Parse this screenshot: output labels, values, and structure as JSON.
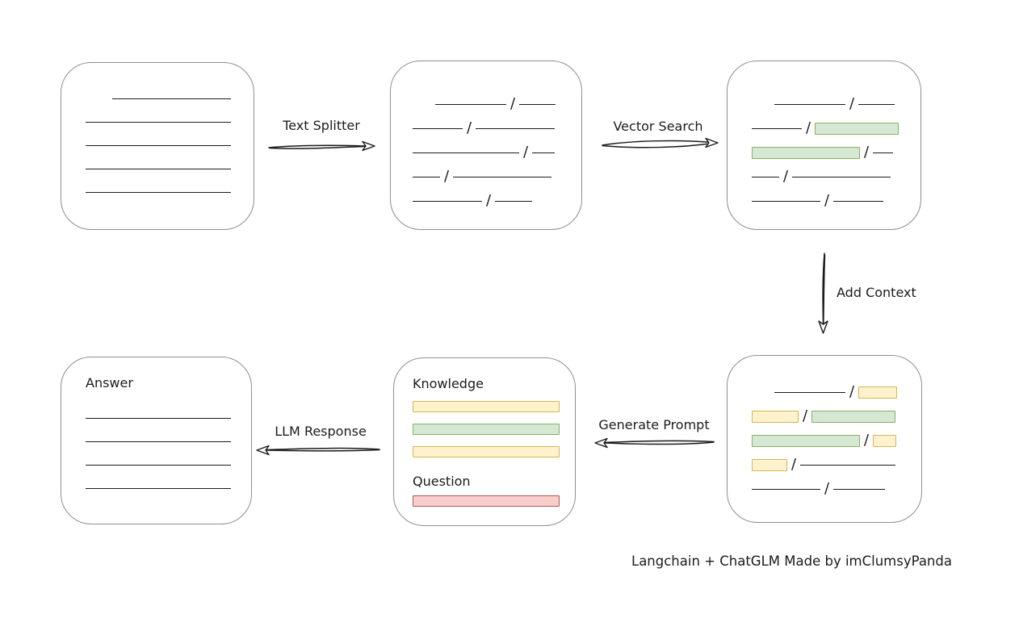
{
  "caption": "Langchain + ChatGLM Made by imClumsyPanda",
  "slash_char": "/",
  "labels": {
    "text_splitter": "Text Splitter",
    "vector_search": "Vector Search",
    "add_context": "Add Context",
    "generate_prompt": "Generate Prompt",
    "llm_response": "LLM Response"
  },
  "prompt_box": {
    "knowledge_title": "Knowledge",
    "question_title": "Question"
  },
  "answer_box": {
    "title": "Answer"
  },
  "colors": {
    "green_fill": "#d5e8d4",
    "green_border": "#82b366",
    "yellow_fill": "#fff2cc",
    "yellow_border": "#d6b656",
    "red_fill": "#f8cecc",
    "red_border": "#b85450",
    "box_border": "#8f8f8f",
    "stroke": "#1b1b1b"
  },
  "segments": {
    "document": [
      [
        {
          "k": "line",
          "w": 147,
          "ind": 33
        }
      ],
      [
        {
          "k": "line",
          "w": 180
        }
      ],
      [
        {
          "k": "line",
          "w": 180
        }
      ],
      [
        {
          "k": "line",
          "w": 180
        }
      ],
      [
        {
          "k": "line",
          "w": 180
        }
      ]
    ],
    "chunks": [
      [
        {
          "k": "line",
          "w": 88,
          "ind": 28
        },
        {
          "k": "slash"
        },
        {
          "k": "line",
          "w": 45
        }
      ],
      [
        {
          "k": "line",
          "w": 62
        },
        {
          "k": "slash"
        },
        {
          "k": "line",
          "w": 98
        }
      ],
      [
        {
          "k": "line",
          "w": 132
        },
        {
          "k": "slash"
        },
        {
          "k": "line",
          "w": 28
        }
      ],
      [
        {
          "k": "line",
          "w": 34
        },
        {
          "k": "slash"
        },
        {
          "k": "line",
          "w": 122
        }
      ],
      [
        {
          "k": "line",
          "w": 86
        },
        {
          "k": "slash"
        },
        {
          "k": "line",
          "w": 46
        }
      ]
    ],
    "matched_chunks": [
      [
        {
          "k": "line",
          "w": 88,
          "ind": 28
        },
        {
          "k": "slash"
        },
        {
          "k": "line",
          "w": 45
        }
      ],
      [
        {
          "k": "line",
          "w": 62
        },
        {
          "k": "slash"
        },
        {
          "k": "green",
          "w": 104
        }
      ],
      [
        {
          "k": "green",
          "w": 134
        },
        {
          "k": "slash"
        },
        {
          "k": "line",
          "w": 25
        }
      ],
      [
        {
          "k": "line",
          "w": 34
        },
        {
          "k": "slash"
        },
        {
          "k": "line",
          "w": 122
        }
      ],
      [
        {
          "k": "line",
          "w": 85
        },
        {
          "k": "slash"
        },
        {
          "k": "line",
          "w": 62
        }
      ]
    ],
    "context_chunks": [
      [
        {
          "k": "line",
          "w": 88,
          "ind": 28
        },
        {
          "k": "slash"
        },
        {
          "k": "yellow",
          "w": 48
        }
      ],
      [
        {
          "k": "yellow",
          "w": 58
        },
        {
          "k": "slash"
        },
        {
          "k": "green",
          "w": 104
        }
      ],
      [
        {
          "k": "green",
          "w": 134
        },
        {
          "k": "slash"
        },
        {
          "k": "yellow",
          "w": 29
        }
      ],
      [
        {
          "k": "yellow",
          "w": 44
        },
        {
          "k": "slash"
        },
        {
          "k": "line",
          "w": 118
        }
      ],
      [
        {
          "k": "line",
          "w": 85
        },
        {
          "k": "slash"
        },
        {
          "k": "line",
          "w": 64
        }
      ]
    ],
    "knowledge_bars": [
      [
        {
          "k": "yellow",
          "w": 182,
          "h": 14
        }
      ],
      [
        {
          "k": "green",
          "w": 182,
          "h": 14
        }
      ],
      [
        {
          "k": "yellow",
          "w": 182,
          "h": 14
        }
      ]
    ],
    "question_bar": [
      [
        {
          "k": "red",
          "w": 182,
          "h": 14
        }
      ]
    ],
    "answer_lines": [
      [
        {
          "k": "line",
          "w": 180
        }
      ],
      [
        {
          "k": "line",
          "w": 180
        }
      ],
      [
        {
          "k": "line",
          "w": 180
        }
      ],
      [
        {
          "k": "line",
          "w": 180
        }
      ]
    ]
  }
}
